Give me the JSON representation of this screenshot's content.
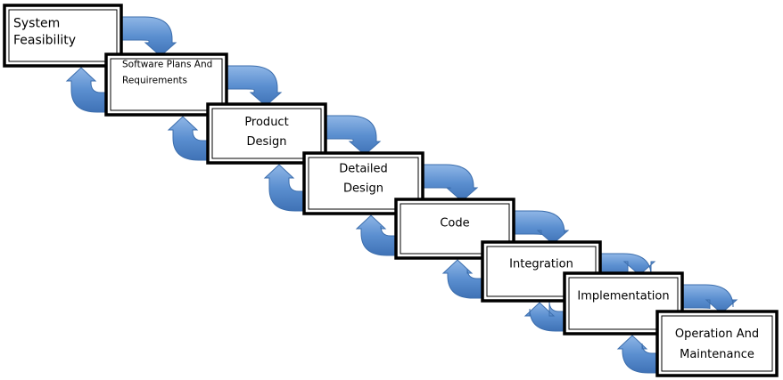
{
  "diagram": {
    "stages": [
      {
        "lines": [
          "System",
          "Feasibility"
        ]
      },
      {
        "lines": [
          "Software Plans And",
          "Requirements"
        ]
      },
      {
        "lines": [
          "Product",
          "Design"
        ]
      },
      {
        "lines": [
          "Detailed",
          "Design"
        ]
      },
      {
        "lines": [
          "Code"
        ]
      },
      {
        "lines": [
          "Integration"
        ]
      },
      {
        "lines": [
          "Implementation"
        ]
      },
      {
        "lines": [
          "Operation And",
          "Maintenance"
        ]
      }
    ],
    "colors": {
      "arrow_fill": "#5b8fd0",
      "arrow_stroke": "#3c6ead",
      "box_border": "#000000",
      "box_fill": "#ffffff"
    },
    "icons": [
      "curved-forward-arrow",
      "curved-return-arrow"
    ]
  }
}
